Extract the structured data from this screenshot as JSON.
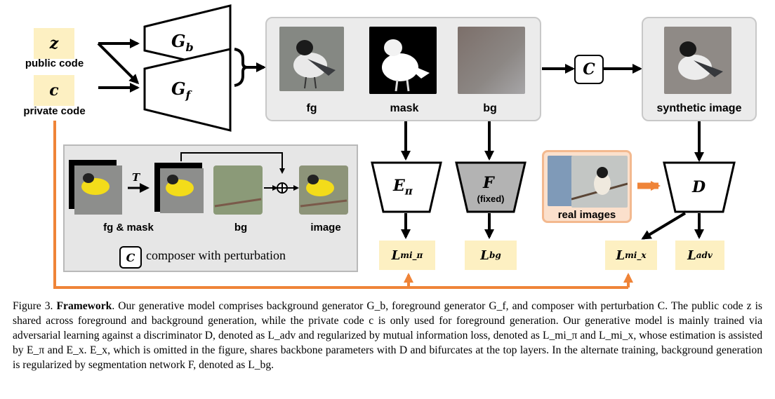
{
  "inputs": {
    "z_symbol": "z",
    "z_label": "public code",
    "c_symbol": "c",
    "c_label": "private code"
  },
  "generators": {
    "gb": "G",
    "gb_sub": "b",
    "gf": "G",
    "gf_sub": "f"
  },
  "outputs_panel": {
    "fg": "fg",
    "mask": "mask",
    "bg": "bg"
  },
  "composer": {
    "symbol": "C",
    "synthetic_label": "synthetic image"
  },
  "networks": {
    "e_pi": "E",
    "e_pi_sub": "π",
    "f": "F",
    "f_note": "(fixed)",
    "d": "D",
    "real_label": "real images"
  },
  "losses": {
    "mi_pi": "L",
    "mi_pi_sub": "mi_π",
    "bg": "L",
    "bg_sub": "bg",
    "mi_x": "L",
    "mi_x_sub": "mi_x",
    "adv": "L",
    "adv_sub": "adv"
  },
  "inset": {
    "transform_symbol": "T",
    "fg_mask_label": "fg & mask",
    "bg_label": "bg",
    "image_label": "image",
    "legend_symbol": "C",
    "legend_text": "composer with perturbation"
  },
  "caption": {
    "prefix": "Figure 3.",
    "title": "Framework",
    "text": ". Our generative model comprises background generator G_b, foreground generator G_f, and composer with perturbation C. The public code z is shared across foreground and background generation, while the private code c is only used for foreground generation. Our generative model is mainly trained via adversarial learning against a discriminator D, denoted as L_adv and regularized by mutual information loss, denoted as L_mi_π and L_mi_x, whose estimation is assisted by E_π and E_x. E_x, which is omitted in the figure, shares backbone parameters with D and bifurcates at the top layers. In the alternate training, background generation is regularized by segmentation network F, denoted as L_bg."
  },
  "colors": {
    "code_fill": "#fdf0c2",
    "panel_fill": "#ebebeb",
    "arrow_orange": "#ef8438",
    "f_fill": "#b3b3b3"
  }
}
